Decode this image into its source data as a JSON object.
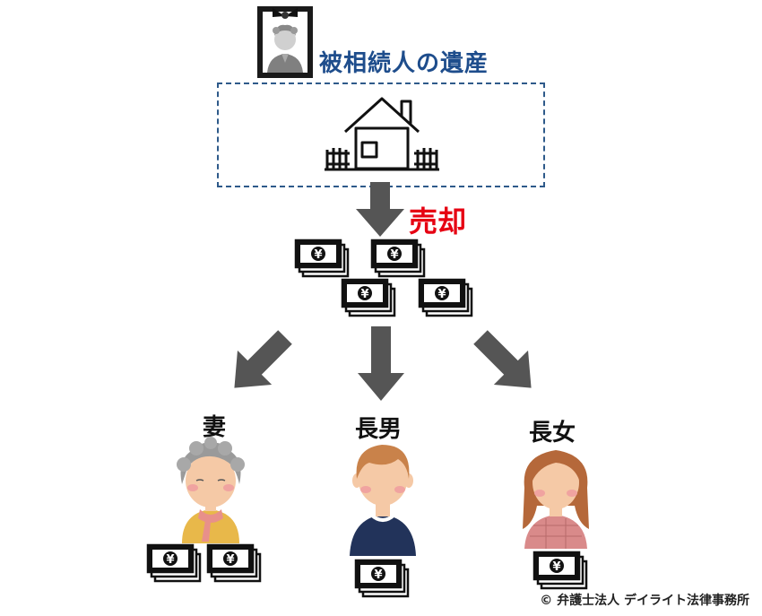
{
  "title": "被相続人の遺産",
  "sale_label": "売却",
  "heirs": [
    {
      "label": "妻"
    },
    {
      "label": "長男"
    },
    {
      "label": "長女"
    }
  ],
  "yen_symbol": "¥",
  "copyright": "© 弁護士法人 デイライト法律事務所",
  "colors": {
    "title": "#1e4d8c",
    "sale": "#e60012",
    "arrow": "#555555",
    "box_border": "#2e5a8a"
  }
}
